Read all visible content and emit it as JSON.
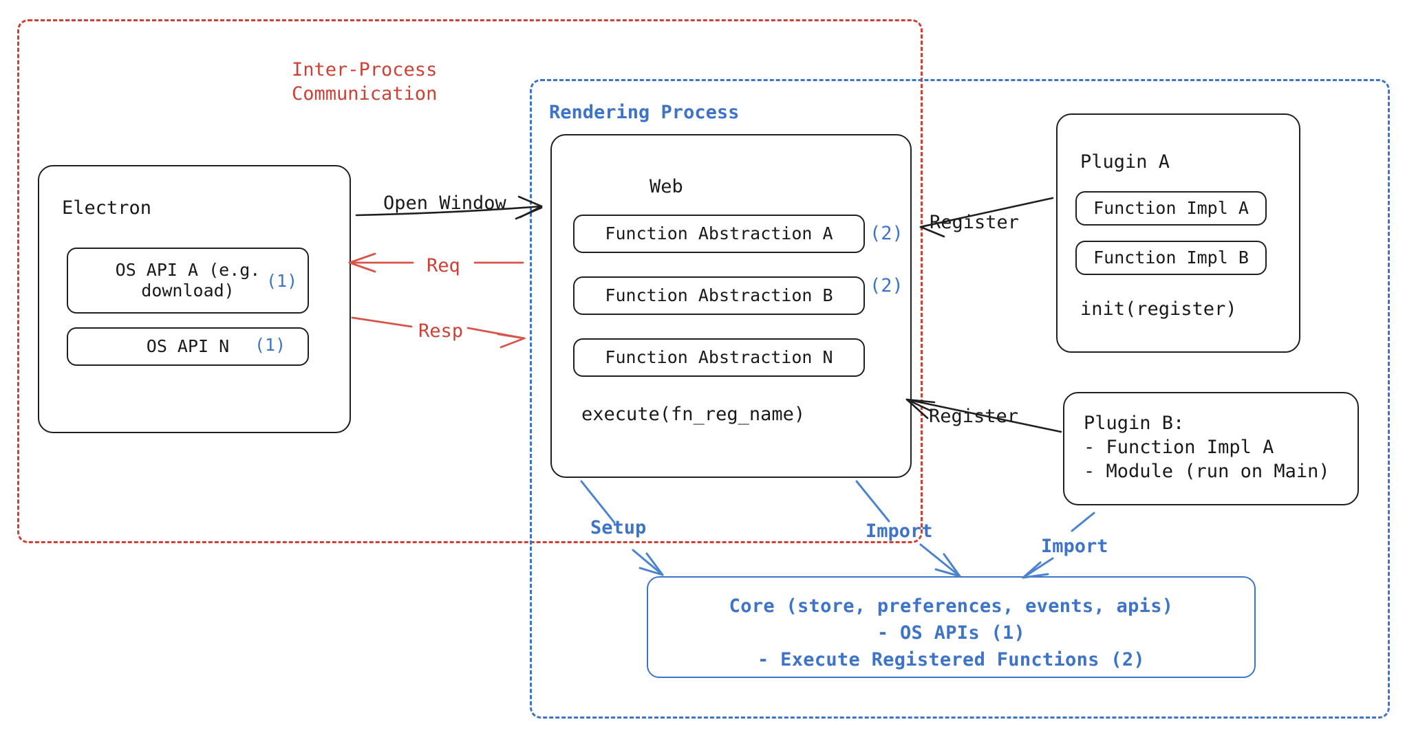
{
  "diagram": {
    "title_hidden": "",
    "groups": {
      "ipc": {
        "label": "Inter-Process\nCommunication",
        "color": "#cc4136"
      },
      "rendering": {
        "label": "Rendering Process",
        "color": "#3d74c8"
      }
    },
    "electron": {
      "title": "Electron",
      "items": [
        {
          "label": "OS API A (e.g.\ndownload)",
          "marker": "(1)"
        },
        {
          "label": "OS API N",
          "marker": "(1)"
        }
      ]
    },
    "web": {
      "title": "Web",
      "items": [
        {
          "label": "Function Abstraction A",
          "marker": "(2)"
        },
        {
          "label": "Function Abstraction B",
          "marker": "(2)"
        },
        {
          "label": "Function Abstraction N",
          "marker": ""
        }
      ],
      "footer": "execute(fn_reg_name)"
    },
    "plugin_a": {
      "title": "Plugin A",
      "items": [
        {
          "label": "Function Impl A"
        },
        {
          "label": "Function Impl B"
        }
      ],
      "footer": "init(register)"
    },
    "plugin_b": {
      "lines": "Plugin B:\n- Function Impl A\n- Module (run on Main)"
    },
    "core": {
      "text": "Core (store, preferences, events, apis)\n- OS APIs (1)\n- Execute Registered Functions (2)",
      "color": "#3d74c8"
    },
    "edges": [
      {
        "label": "Open Window",
        "color": "#1f1f1f"
      },
      {
        "label": "Req",
        "color": "#cc4136"
      },
      {
        "label": "Resp",
        "color": "#cc4136"
      },
      {
        "label": "Register",
        "color": "#1f1f1f"
      },
      {
        "label": "Register",
        "color": "#1f1f1f"
      },
      {
        "label": "Setup",
        "color": "#3d74c8"
      },
      {
        "label": "Import",
        "color": "#3d74c8"
      },
      {
        "label": "Import",
        "color": "#3d74c8"
      }
    ]
  }
}
